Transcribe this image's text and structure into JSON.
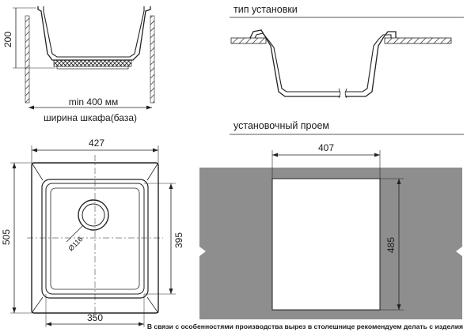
{
  "side_view": {
    "height_label": "200",
    "min_width_label": "min 400 мм",
    "cabinet_label": "ширина шкафа(база)"
  },
  "install_type": {
    "title": "тип установки"
  },
  "top_view": {
    "width_outer": "427",
    "height_outer": "505",
    "bowl_height": "395",
    "bowl_width": "350",
    "drain_label": "Ø116"
  },
  "cutout": {
    "title": "установочный проем",
    "width": "407",
    "height": "485"
  },
  "footer": {
    "note": "В связи с особенностями производства вырез в столешнице рекомендуем делать с изделия"
  },
  "colors": {
    "countertop": "#8e8e8e",
    "line": "#222222"
  }
}
